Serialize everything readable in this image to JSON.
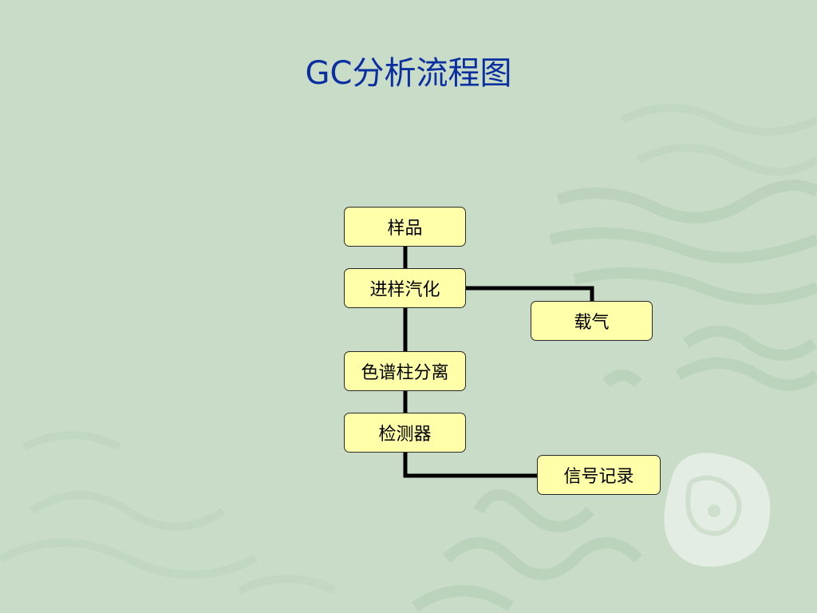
{
  "slide": {
    "title": "GC分析流程图"
  },
  "flowchart": {
    "nodes": {
      "sample": "样品",
      "injection_vaporization": "进样汽化",
      "carrier_gas": "载气",
      "column_separation": "色谱柱分离",
      "detector": "检测器",
      "signal_recording": "信号记录"
    }
  },
  "colors": {
    "background": "#c8dcc8",
    "title": "#0b2fa0",
    "node_fill": "#ffffaa",
    "connector": "#000000"
  }
}
